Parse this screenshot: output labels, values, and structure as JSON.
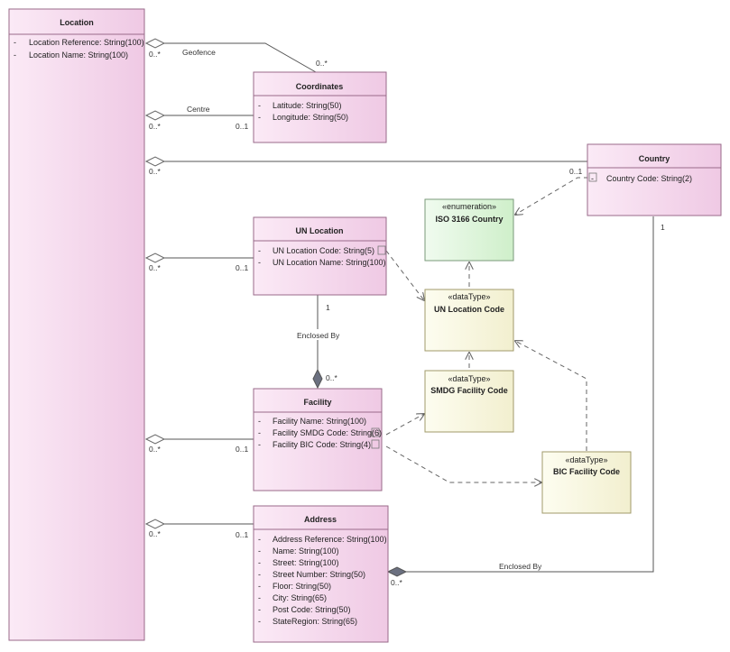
{
  "classes": {
    "location": {
      "title": "Location",
      "attributes": [
        "Location Reference: String(100)",
        "Location Name: String(100)"
      ]
    },
    "coordinates": {
      "title": "Coordinates",
      "attributes": [
        "Latitude: String(50)",
        "Longitude: String(50)"
      ]
    },
    "country": {
      "title": "Country",
      "attributes": [
        "Country Code: String(2)"
      ]
    },
    "un_location": {
      "title": "UN Location",
      "attributes": [
        "UN Location Code: String(5)",
        "UN Location Name: String(100)"
      ]
    },
    "facility": {
      "title": "Facility",
      "attributes": [
        "Facility Name: String(100)",
        "Facility SMDG Code: String(6)",
        "Facility BIC Code: String(4)"
      ]
    },
    "address": {
      "title": "Address",
      "attributes": [
        "Address Reference: String(100)",
        "Name: String(100)",
        "Street: String(100)",
        "Street Number: String(50)",
        "Floor: String(50)",
        "City: String(65)",
        "Post Code: String(50)",
        "StateRegion: String(65)"
      ]
    },
    "iso3166": {
      "stereotype": "«enumeration»",
      "title": "ISO 3166 Country"
    },
    "un_location_code": {
      "stereotype": "«dataType»",
      "title": "UN Location Code"
    },
    "smdg_facility_code": {
      "stereotype": "«dataType»",
      "title": "SMDG Facility Code"
    },
    "bic_facility_code": {
      "stereotype": "«dataType»",
      "title": "BIC Facility Code"
    }
  },
  "attr_marker": "-",
  "associations": {
    "geofence": {
      "name": "Geofence",
      "source_mult": "0..*",
      "target_mult": "0..*"
    },
    "centre": {
      "name": "Centre",
      "source_mult": "0..*",
      "target_mult": "0..1"
    },
    "country": {
      "source_mult": "0..*",
      "target_mult": "0..1"
    },
    "un_location": {
      "source_mult": "0..*",
      "target_mult": "0..1"
    },
    "facility": {
      "source_mult": "0..*",
      "target_mult": "0..1"
    },
    "address": {
      "source_mult": "0..*",
      "target_mult": "0..1"
    },
    "un_enclosed": {
      "name": "Enclosed By",
      "source_mult": "1",
      "target_mult": "0..*"
    },
    "country_enclosed": {
      "name": "Enclosed By",
      "source_mult": "1",
      "target_mult": "0..*"
    }
  }
}
